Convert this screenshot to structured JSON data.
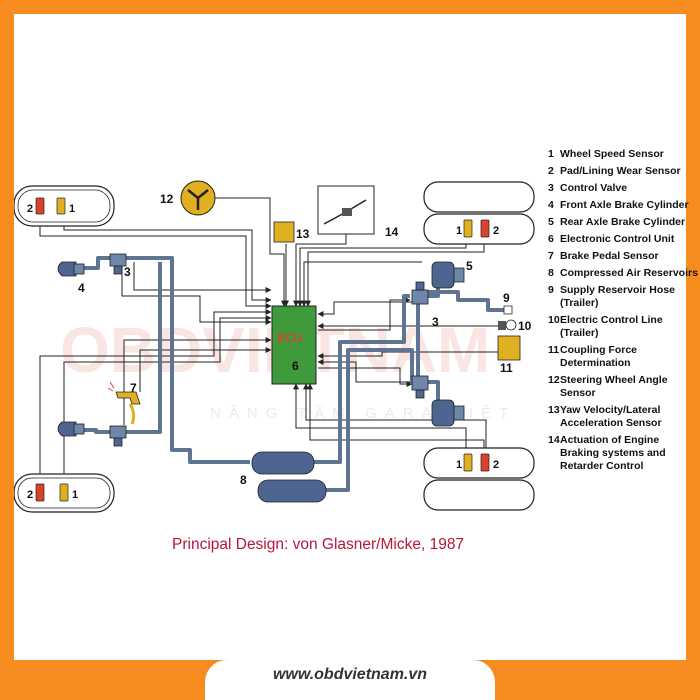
{
  "caption": "Principal Design: von Glasner/Micke, 1987",
  "website": "www.obdvietnam.vn",
  "ecu_label": "ECU",
  "ecu_number": "6",
  "watermark_brand": "OBDVIETNAM",
  "watermark_tagline": "NÂNG TẦM GARA VIỆT",
  "wheel_labels": {
    "sensor": "1",
    "pad": "2"
  },
  "callouts": {
    "control_valve_left": "3",
    "control_valve_right_top": "3",
    "front_axle_cylinder": "4",
    "rear_axle_cylinder": "5",
    "brake_pedal_sensor": "7",
    "reservoirs": "8",
    "supply_hose": "9",
    "electric_line": "10",
    "coupling_sensor": "11",
    "steering_sensor": "12",
    "yaw_sensor": "13",
    "engine_braking": "14"
  },
  "legend": [
    {
      "num": "1",
      "text": "Wheel Speed Sensor"
    },
    {
      "num": "2",
      "text": "Pad/Lining Wear Sensor"
    },
    {
      "num": "3",
      "text": "Control Valve"
    },
    {
      "num": "4",
      "text": "Front Axle Brake Cylinder"
    },
    {
      "num": "5",
      "text": "Rear Axle Brake Cylinder"
    },
    {
      "num": "6",
      "text": "Electronic Control Unit"
    },
    {
      "num": "7",
      "text": "Brake Pedal Sensor"
    },
    {
      "num": "8",
      "text": "Compressed Air Reservoirs"
    },
    {
      "num": "9",
      "text": "Supply Reservoir Hose (Trailer)"
    },
    {
      "num": "10",
      "text": "Electric Control Line (Trailer)"
    },
    {
      "num": "11",
      "text": "Coupling Force Determination"
    },
    {
      "num": "12",
      "text": "Steering Wheel Angle Sensor"
    },
    {
      "num": "13",
      "text": "Yaw Velocity/Lateral Acceleration Sensor"
    },
    {
      "num": "14",
      "text": "Actuation of Engine Braking systems and Retarder Control"
    }
  ],
  "colors": {
    "frame": "#f68b1f",
    "ecu": "#3e9a3a",
    "hose": "#5f7393",
    "sensor_yellow": "#e0b020",
    "sensor_red": "#d8432b",
    "caption": "#b7173a"
  }
}
